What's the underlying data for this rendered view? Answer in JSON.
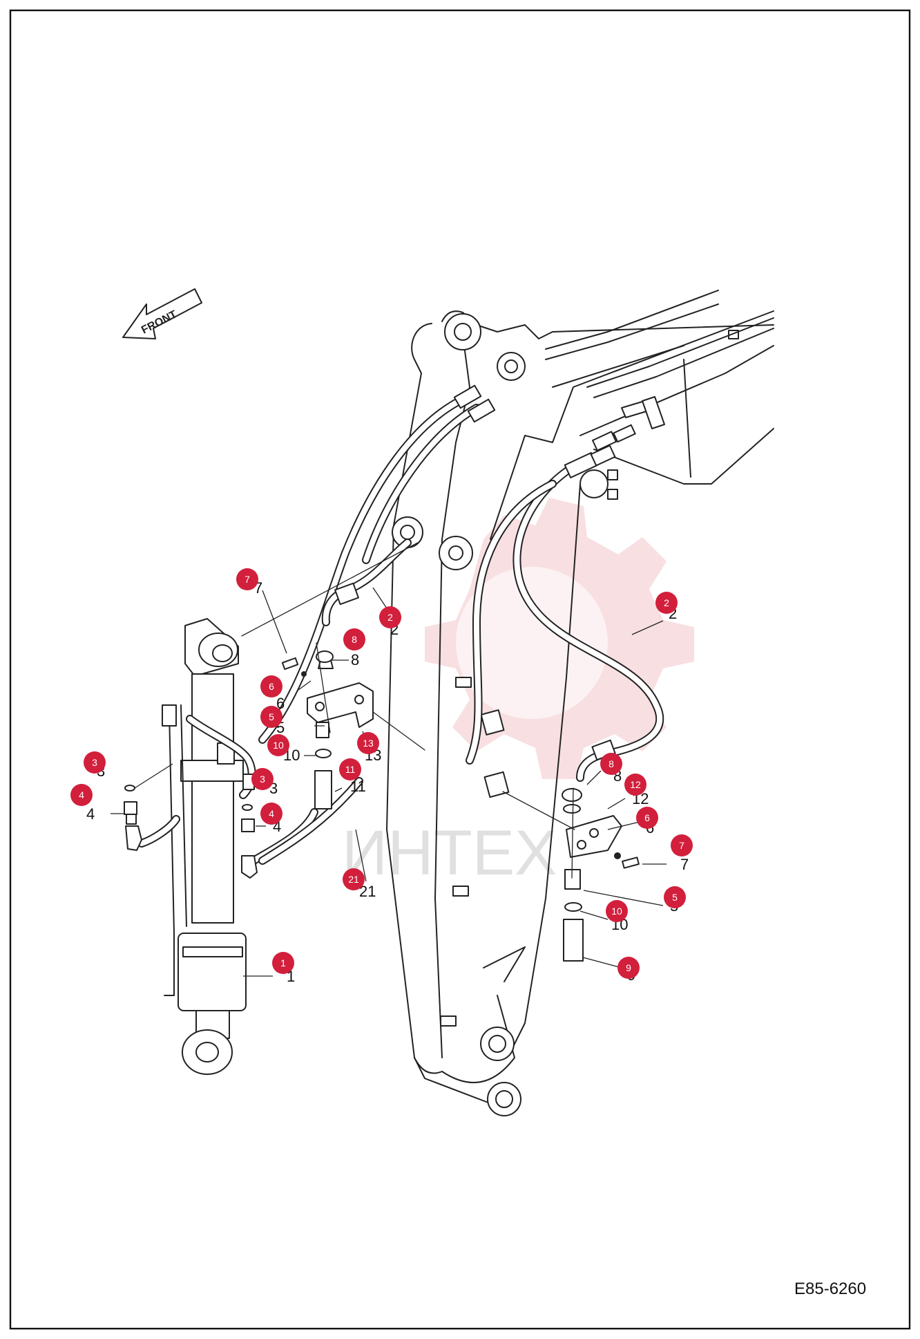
{
  "direction_label": "FRONT",
  "watermark": "ИНТЕХ",
  "drawing_code": "E85-6260",
  "callouts": [
    {
      "n": "7"
    },
    {
      "n": "2"
    },
    {
      "n": "8"
    },
    {
      "n": "6"
    },
    {
      "n": "5"
    },
    {
      "n": "10"
    },
    {
      "n": "13"
    },
    {
      "n": "11"
    },
    {
      "n": "3"
    },
    {
      "n": "4"
    },
    {
      "n": "3"
    },
    {
      "n": "4"
    },
    {
      "n": "21"
    },
    {
      "n": "1"
    },
    {
      "n": "2"
    },
    {
      "n": "8"
    },
    {
      "n": "12"
    },
    {
      "n": "6"
    },
    {
      "n": "7"
    },
    {
      "n": "5"
    },
    {
      "n": "10"
    },
    {
      "n": "9"
    }
  ],
  "colors": {
    "badge": "#d21f3c",
    "line": "#222222",
    "watermark": "#f2c4c8"
  }
}
